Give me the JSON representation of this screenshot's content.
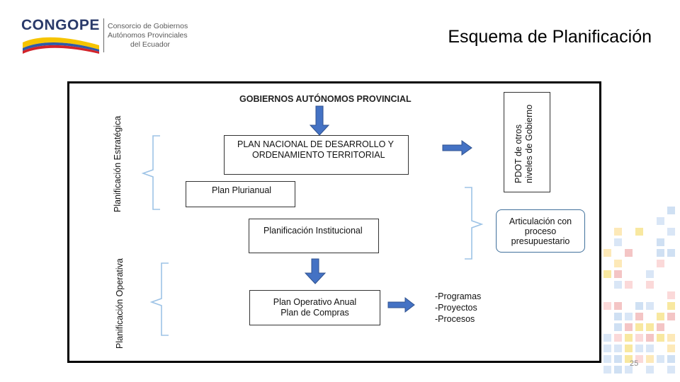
{
  "header": {
    "logo_text": "CONGOPE",
    "logo_lines": [
      "Consorcio de Gobiernos",
      "Autónomos Provinciales",
      "del Ecuador"
    ],
    "title": "Esquema de Planificación"
  },
  "diagram": {
    "top_label": "GOBIERNOS AUTÓNOMOS PROVINCIAL",
    "plan_nacional": [
      "PLAN NACIONAL DE DESARROLLO Y",
      "ORDENAMIENTO TERRITORIAL"
    ],
    "pdot": [
      "PDOT de otros",
      "niveles de Gobierno"
    ],
    "plan_plurianual": "Plan Plurianual",
    "planificacion_institucional": "Planificación Institucional",
    "articulacion": [
      "Articulación con",
      "proceso",
      "presupuestario"
    ],
    "poa": [
      "Plan Operativo Anual",
      "Plan de Compras"
    ],
    "outputs": [
      "-Programas",
      "-Proyectos",
      "-Procesos"
    ],
    "side_strategic": "Planificación Estratégica",
    "side_operative": "Planificación Operativa"
  },
  "colors": {
    "arrow_fill": "#4472c4",
    "arrow_stroke": "#2f528f",
    "bracket": "#9dc3e6"
  },
  "footer": {
    "page_number": "25"
  }
}
